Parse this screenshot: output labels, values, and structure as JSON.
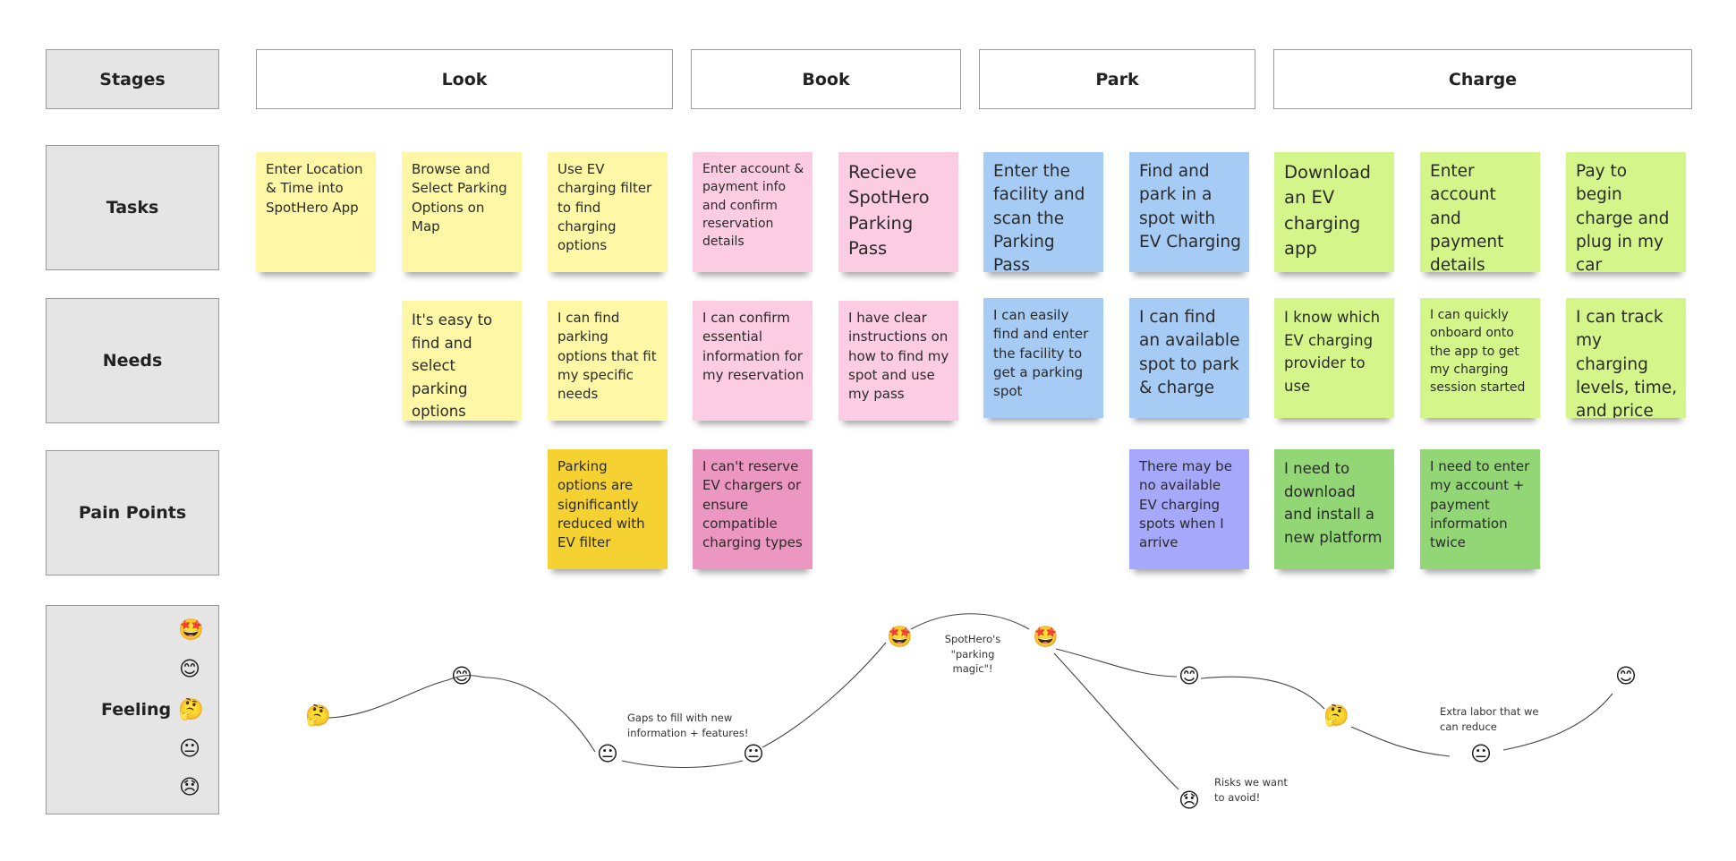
{
  "row_labels": {
    "stages": "Stages",
    "tasks": "Tasks",
    "needs": "Needs",
    "pain_points": "Pain Points",
    "feeling": "Feeling"
  },
  "stages": [
    "Look",
    "Book",
    "Park",
    "Charge"
  ],
  "tasks": [
    "Enter Location & Time into SpotHero App",
    "Browse and Select Parking Options on Map",
    "Use EV charging filter to find charging options",
    "Enter account & payment info and confirm reservation details",
    "Recieve SpotHero Parking Pass",
    "Enter the facility and scan the Parking Pass",
    "Find and park in a spot with EV Charging",
    "Download an EV charging app",
    "Enter account and payment details",
    "Pay to begin charge and plug in my car"
  ],
  "needs": [
    "It's easy to find and select parking options",
    "I can find parking options that fit my specific needs",
    "I can confirm essential information for my reservation",
    "I have clear instructions on how to find my spot and use my pass",
    "I can easily find and enter the facility to get a parking spot",
    "I can find an available spot to park & charge",
    "I know which EV charging provider to use",
    "I can quickly onboard onto the app to get my charging session started",
    "I can track my charging levels, time, and price"
  ],
  "pain_points": [
    "Parking options are significantly reduced with EV filter",
    "I can't reserve EV chargers or ensure compatible charging types",
    "There may be no available EV charging spots when I arrive",
    "I need to download and install a new platform",
    "I need to enter my account + payment information twice"
  ],
  "feeling_scale": [
    "star-struck-face",
    "smiling-face",
    "thinking-face",
    "neutral-face",
    "disappointed-face"
  ],
  "feeling_points": [
    "thinking-face",
    "smiling-face",
    "neutral-face",
    "neutral-face",
    "star-struck-face",
    "star-struck-face",
    "smiling-face",
    "disappointed-face",
    "thinking-face",
    "neutral-face",
    "smiling-face"
  ],
  "annotations": {
    "gaps": "Gaps to fill with new information + features!",
    "magic": "SpotHero's \"parking magic\"!",
    "risks": "Risks we want to avoid!",
    "labor": "Extra labor that we can reduce"
  },
  "colors": {
    "light_yellow": "#fdf7a6",
    "dark_yellow": "#f5d232",
    "light_pink": "#fccde2",
    "dark_pink": "#ec97c1",
    "light_blue": "#a6ccf5",
    "violet": "#a6a9fb",
    "light_green": "#d4f58a",
    "green": "#92d676"
  }
}
